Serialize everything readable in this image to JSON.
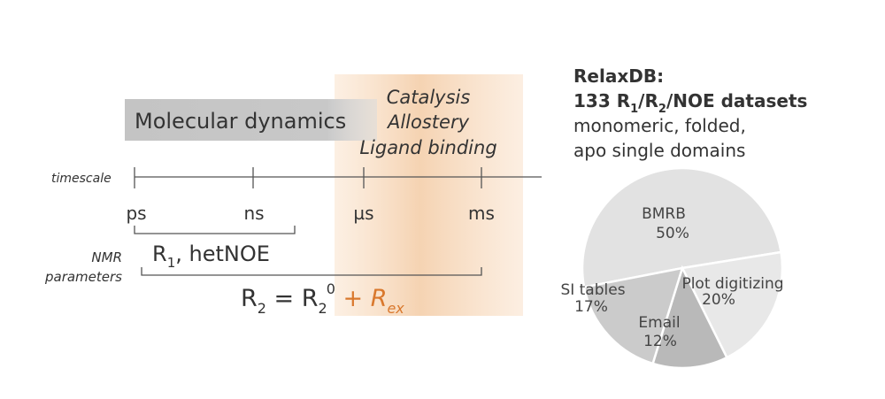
{
  "colors": {
    "orange_band": "#f6d9bd",
    "md_box": "#c6c6c6",
    "axis": "#555555",
    "text": "#333333",
    "accent": "#d9782d"
  },
  "overlay": {
    "catalysis": "Catalysis",
    "allostery": "Allostery",
    "ligand_binding": "Ligand binding"
  },
  "md_label": "Molecular dynamics",
  "axis": {
    "label": "timescale",
    "ticks": [
      "ps",
      "ns",
      "µs",
      "ms"
    ]
  },
  "nmr": {
    "label_line1": "NMR",
    "label_line2": "parameters",
    "r1": {
      "base": "R",
      "sub": "1",
      "rest": ", hetNOE"
    },
    "r2": {
      "lhs": "R",
      "lhs_sub": "2",
      "eq": " = ",
      "rhs": "R",
      "rhs_sub": "2",
      "rhs_sup": "0",
      "plus": " + ",
      "rex": "R",
      "rex_sub": "ex"
    }
  },
  "relaxdb": {
    "title": "RelaxDB:",
    "line2": {
      "num": "133 ",
      "r1": "R",
      "r1_sub": "1",
      "slash": "/",
      "r2": "R",
      "r2_sub": "2",
      "tail": "/NOE datasets"
    },
    "desc1": "monomeric, folded,",
    "desc2": "apo single domains"
  },
  "chart_data": {
    "type": "pie",
    "labels": [
      "BMRB",
      "Plot digitizing",
      "Email",
      "SI tables"
    ],
    "values": [
      50,
      20,
      12,
      17
    ],
    "value_labels": [
      "50%",
      "20%",
      "12%",
      "17%"
    ],
    "colors": [
      "#e2e2e2",
      "#e8e8e8",
      "#b9b9b9",
      "#cbcbcb"
    ]
  }
}
